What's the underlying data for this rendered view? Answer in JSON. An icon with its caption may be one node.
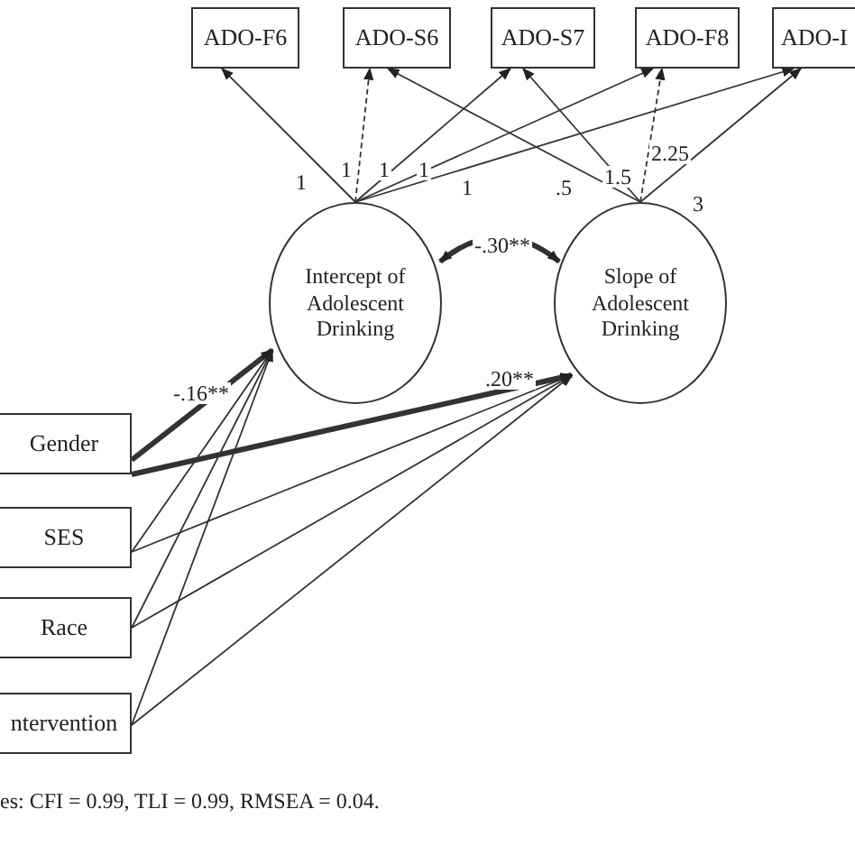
{
  "diagram": {
    "nodes": [
      {
        "text": [
          "ADO-F6"
        ]
      },
      {
        "text": [
          "ADO-S6"
        ]
      },
      {
        "text": [
          "ADO-S7"
        ]
      },
      {
        "text": [
          "ADO-F8"
        ]
      },
      {
        "text": [
          "ADO-I"
        ]
      },
      {
        "text": [
          "Intercept of Adolescent Drinking"
        ]
      },
      {
        "text": [
          "Slope of Adolescent Drinking"
        ]
      },
      {
        "text": [
          "Gender"
        ]
      },
      {
        "text": [
          "SES"
        ]
      },
      {
        "text": [
          "Race"
        ]
      },
      {
        "text": [
          "ntervention"
        ]
      }
    ],
    "edges": [
      {
        "from": 5,
        "to": 0,
        "arrow": "to",
        "label": "1"
      },
      {
        "from": 5,
        "to": 1,
        "arrow": "to",
        "label": "1",
        "style": "dashed"
      },
      {
        "from": 5,
        "to": 2,
        "arrow": "to",
        "label": "1"
      },
      {
        "from": 5,
        "to": 3,
        "arrow": "to",
        "label": "1"
      },
      {
        "from": 5,
        "to": 4,
        "arrow": "to",
        "label": "1"
      },
      {
        "from": 6,
        "to": 1,
        "arrow": "to",
        "label": ".5"
      },
      {
        "from": 6,
        "to": 2,
        "arrow": "to",
        "label": "1.5"
      },
      {
        "from": 6,
        "to": 3,
        "arrow": "to",
        "label": "2.25",
        "style": "dashed"
      },
      {
        "from": 6,
        "to": 4,
        "arrow": "to",
        "label": "3"
      },
      {
        "from": 5,
        "to": 6,
        "arrow": "both",
        "label": "-.30**",
        "style": "thick"
      },
      {
        "from": 7,
        "to": 5,
        "arrow": "to",
        "label": "-.16**",
        "style": "thick"
      },
      {
        "from": 7,
        "to": 6,
        "arrow": "to",
        "label": ".20**",
        "style": "thick"
      },
      {
        "from": 8,
        "to": 5,
        "arrow": "to"
      },
      {
        "from": 8,
        "to": 6,
        "arrow": "to"
      },
      {
        "from": 9,
        "to": 5,
        "arrow": "to"
      },
      {
        "from": 9,
        "to": 6,
        "arrow": "to"
      },
      {
        "from": 10,
        "to": 5,
        "arrow": "to"
      },
      {
        "from": 10,
        "to": 6,
        "arrow": "to"
      }
    ],
    "labels": [
      "es: CFI = 0.99, TLI = 0.99, RMSEA = 0.04."
    ]
  }
}
